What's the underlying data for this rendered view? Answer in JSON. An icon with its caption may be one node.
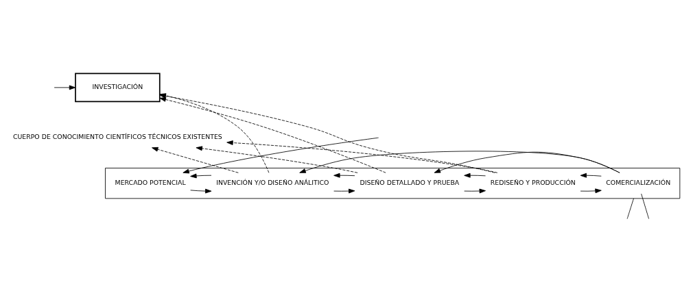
{
  "diagram": {
    "nodes": [
      {
        "text": [
          "INVESTIGACIÓN"
        ]
      },
      {
        "text": [],
        "shape": "box"
      },
      {
        "text": [
          "MERCADO POTENCIAL"
        ],
        "in": 1
      },
      {
        "text": [
          "INVENCIÓN Y/O DISEÑO ANÁLITICO"
        ],
        "in": 1
      },
      {
        "text": [
          "DISEÑO DETALLADO Y PRUEBA"
        ],
        "in": 1
      },
      {
        "text": [
          "REDISEÑO Y PRODUCCIÓN"
        ],
        "in": 1
      },
      {
        "text": [
          "COMERCIALIZACIÓN"
        ],
        "in": 1
      },
      {
        "text": [
          "CUERPO DE CONOCIMIENTO CIENTÍFICOS TÉCNICOS EXISTENTES"
        ]
      }
    ],
    "edges": [
      {
        "from": null,
        "to": 0,
        "arrow": "to"
      },
      {
        "from": 3,
        "to": 0,
        "arrow": "to",
        "style": "dashed"
      },
      {
        "from": 3,
        "to": 7,
        "arrow": "to",
        "style": "dashed"
      },
      {
        "from": 4,
        "to": 0,
        "arrow": "to",
        "style": "dashed"
      },
      {
        "from": 4,
        "to": 7,
        "arrow": "to",
        "style": "dashed"
      },
      {
        "from": 5,
        "to": 0,
        "arrow": "to",
        "style": "dashed"
      },
      {
        "from": 5,
        "to": 7,
        "arrow": "to",
        "style": "dashed"
      },
      {
        "from": 2,
        "to": 3,
        "arrow": "to"
      },
      {
        "from": 3,
        "to": 4,
        "arrow": "to"
      },
      {
        "from": 4,
        "to": 5,
        "arrow": "to"
      },
      {
        "from": 5,
        "to": 6,
        "arrow": "to"
      },
      {
        "from": 3,
        "to": 2,
        "arrow": "to"
      },
      {
        "from": 4,
        "to": 3,
        "arrow": "to"
      },
      {
        "from": 5,
        "to": 4,
        "arrow": "to"
      },
      {
        "from": 6,
        "to": 5,
        "arrow": "to"
      },
      {
        "from": 1,
        "to": null,
        "arrow": "none"
      },
      {
        "from": null,
        "to": 2,
        "arrow": "to"
      },
      {
        "from": 6,
        "to": 3,
        "arrow": "to"
      },
      {
        "from": 6,
        "to": 4,
        "arrow": "to"
      },
      {
        "from": 6,
        "to": null,
        "arrow": "none"
      }
    ]
  }
}
